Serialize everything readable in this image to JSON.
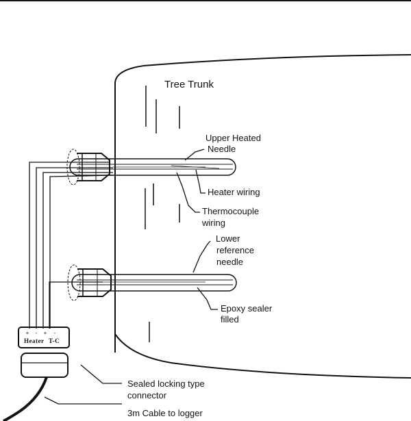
{
  "labels": {
    "tree_trunk": "Tree Trunk",
    "upper_needle_line1": "Upper Heated",
    "upper_needle_line2": "Needle",
    "heater_wiring": "Heater wiring",
    "thermocouple_line1": "Thermocouple",
    "thermocouple_line2": "wiring",
    "lower_needle_line1": "Lower",
    "lower_needle_line2": "reference",
    "lower_needle_line3": "needle",
    "epoxy_line1": "Epoxy sealer",
    "epoxy_line2": "filled",
    "connector_line1": "Sealed locking type",
    "connector_line2": "connector",
    "cable": "3m Cable to logger"
  },
  "junction_box": {
    "label_heater": "Heater",
    "label_tc": "T-C",
    "pins": [
      "+",
      "-",
      "+",
      "-"
    ]
  },
  "colors": {
    "ink": "#111111",
    "background": "#ffffff"
  }
}
